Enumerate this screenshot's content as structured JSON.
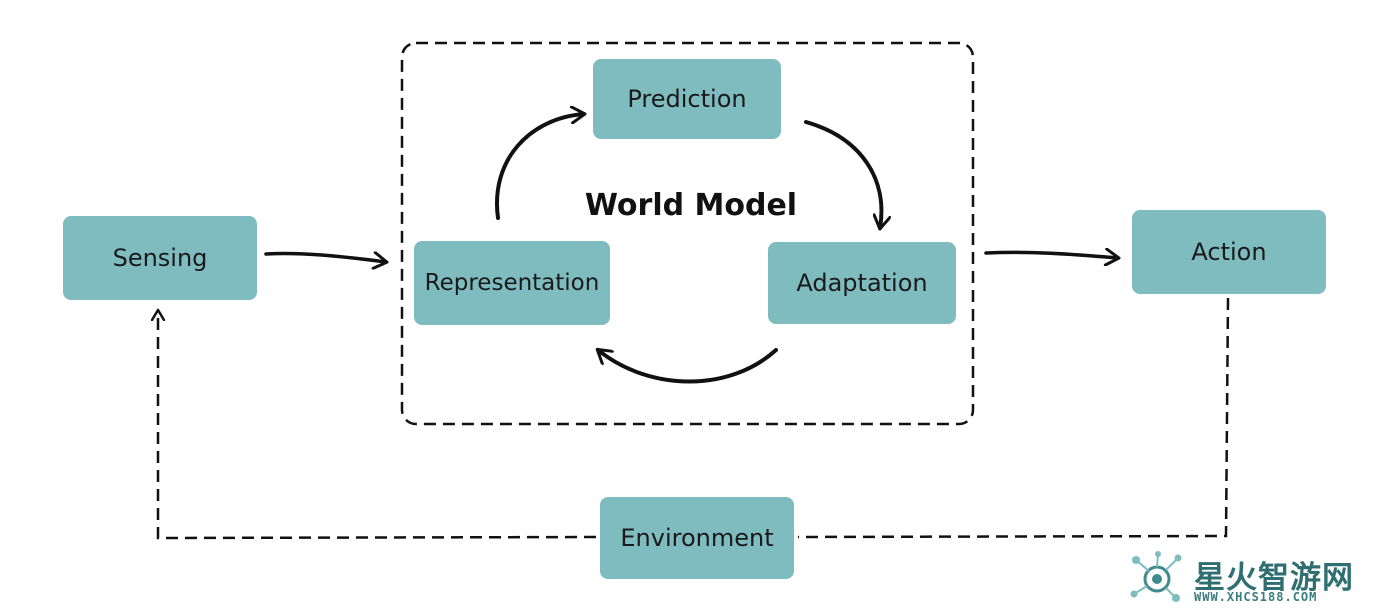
{
  "diagram": {
    "title": "World Model",
    "nodes": {
      "sensing": "Sensing",
      "prediction": "Prediction",
      "representation": "Representation",
      "adaptation": "Adaptation",
      "action": "Action",
      "environment": "Environment"
    },
    "colors": {
      "node_fill": "#7fbcbf",
      "stroke": "#111111"
    }
  },
  "watermark": {
    "name": "星火智游网",
    "url": "WWW.XHCS188.COM"
  }
}
